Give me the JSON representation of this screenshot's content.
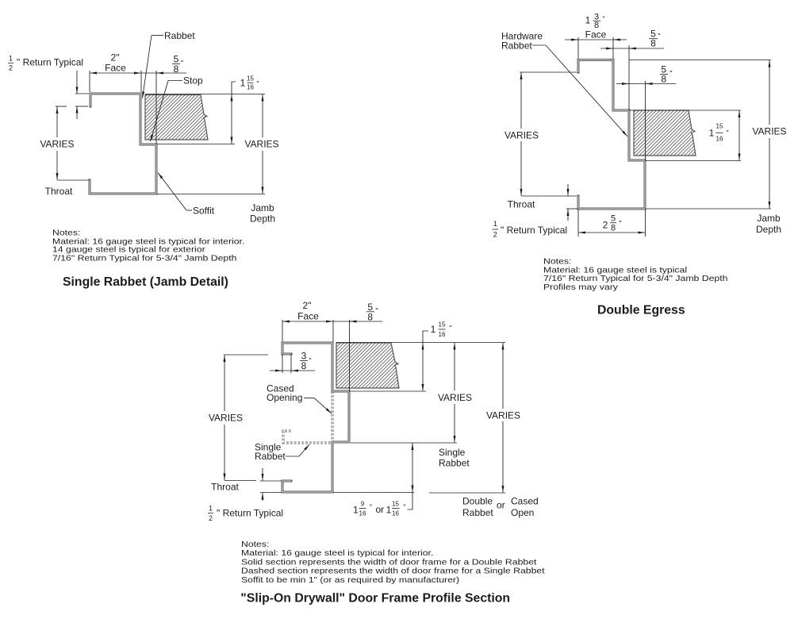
{
  "page": {
    "colors": {
      "background": "#ffffff",
      "ink": "#1c1c1c",
      "frame": "#555555",
      "frame_highlight": "#dedede",
      "hatch": "#4a4a4a",
      "dashed_section": "#6a6a6a"
    }
  },
  "single_rabbet": {
    "title": "Single Rabbet (Jamb Detail)",
    "callouts": {
      "rabbet": "Rabbet",
      "stop": "Stop",
      "soffit": "Soffit"
    },
    "dimensions": {
      "return_typical": {
        "num": "1",
        "den": "2",
        "suffix": "\" Return Typical"
      },
      "face": {
        "value": "2\"",
        "label": "Face"
      },
      "stop_width": {
        "num": "5",
        "den": "8",
        "unit": "\""
      },
      "door_thickness": {
        "whole": "1",
        "num": "15",
        "den": "16",
        "unit": "\""
      },
      "throat": {
        "value": "VARIES",
        "caption": "Throat"
      },
      "jamb_depth": {
        "value": "VARIES",
        "caption": [
          "Jamb",
          "Depth"
        ]
      }
    },
    "notes": [
      "Notes:",
      "Material: 16 gauge steel is typical for interior.",
      "14 gauge steel is typical for exterior",
      "7/16\" Return Typical for 5-3/4\" Jamb Depth"
    ]
  },
  "double_egress": {
    "title": "Double Egress",
    "callouts": {
      "hardware_rabbet": [
        "Hardware",
        "Rabbet"
      ]
    },
    "dimensions": {
      "face": {
        "whole": "1",
        "num": "3",
        "den": "8",
        "unit": "\"",
        "label": "Face"
      },
      "first_rabbet": {
        "num": "5",
        "den": "8",
        "unit": "\""
      },
      "stop": {
        "num": "5",
        "den": "8",
        "unit": "\""
      },
      "door_thickness": {
        "whole": "1",
        "num": "15",
        "den": "16",
        "unit": "\""
      },
      "throat": {
        "value": "VARIES",
        "caption": "Throat"
      },
      "jamb_depth": {
        "value": "VARIES",
        "caption": [
          "Jamb",
          "Depth"
        ]
      },
      "return_typical": {
        "num": "1",
        "den": "2",
        "suffix": "\" Return Typical"
      },
      "soffit": {
        "whole": "2",
        "num": "5",
        "den": "8",
        "unit": "\""
      }
    },
    "notes": [
      "Notes:",
      "Material: 16 gauge steel is typical",
      "7/16\" Return Typical for 5-3/4\" Jamb Depth",
      "Profiles may vary"
    ]
  },
  "slip_on_drywall": {
    "title": "\"Slip-On Drywall\" Door Frame Profile Section",
    "callouts": {
      "cased_opening": [
        "Cased",
        "Opening"
      ],
      "single_rabbet": [
        "Single",
        "Rabbet"
      ]
    },
    "dimensions": {
      "face": {
        "value": "2\"",
        "label": "Face"
      },
      "stop_width": {
        "num": "5",
        "den": "8",
        "unit": "\""
      },
      "door_thickness": {
        "whole": "1",
        "num": "15",
        "den": "16",
        "unit": "\""
      },
      "return_lip": {
        "num": "3",
        "den": "8",
        "unit": "\""
      },
      "throat": {
        "value": "VARIES",
        "caption": "Throat"
      },
      "single_rabbet_depth": {
        "value": "VARIES",
        "caption": [
          "Single",
          "Rabbet"
        ]
      },
      "double_rabbet_depth": {
        "value": "VARIES",
        "caption_left": [
          "Double",
          "Rabbet"
        ],
        "joiner": "or",
        "caption_right": [
          "Cased",
          "Open"
        ]
      },
      "return_typical": {
        "num": "1",
        "den": "2",
        "suffix": "\" Return Typical"
      },
      "soffit": {
        "option_a": {
          "whole": "1",
          "num": "9",
          "den": "16",
          "unit": "\""
        },
        "separator": "or",
        "option_b": {
          "whole": "1",
          "num": "15",
          "den": "16",
          "unit": "\""
        }
      }
    },
    "notes": [
      "Notes:",
      "Material: 16 gauge steel is typical for interior.",
      "Solid section represents the width of door frame for a Double Rabbet",
      "Dashed section represents the width of door frame for a Single Rabbet",
      "Soffit to be min 1\" (or as required by manufacturer)"
    ]
  }
}
